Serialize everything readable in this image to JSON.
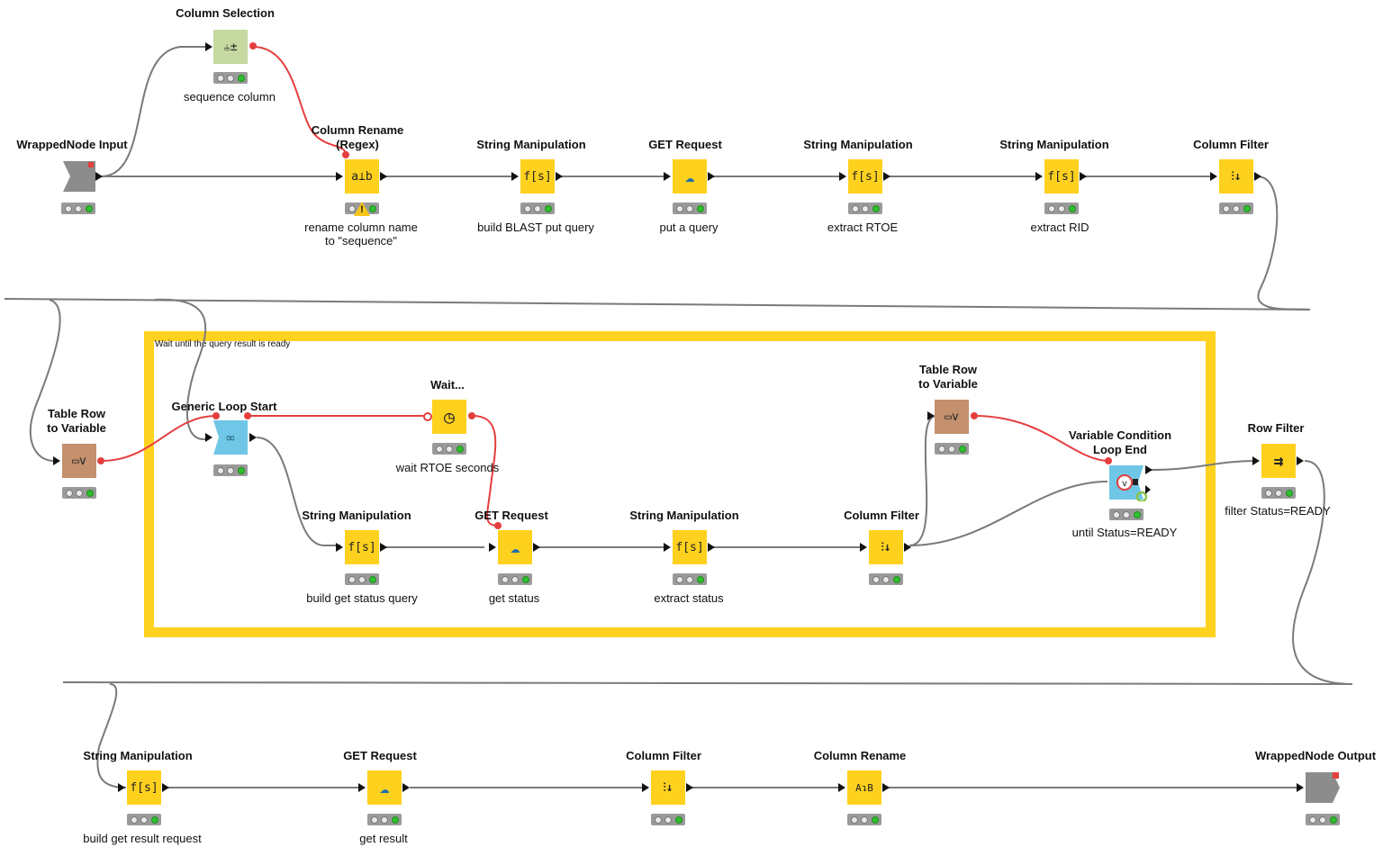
{
  "annotation": {
    "text": "Wait until the query result is ready",
    "border_color": "#ffd21f"
  },
  "colors": {
    "manipulator": "#ffd11f",
    "selection": "#c5d9a0",
    "loop": "#6fc6e6",
    "variable": "#c4906d",
    "wrapped": "#8c8c8c",
    "flow_variable_link": "#e53e3e",
    "data_link": "#7a7a7a"
  },
  "nodes": [
    {
      "id": "n01",
      "name": "column-selection-node",
      "title": "Column Selection",
      "label": "sequence column",
      "type": "selection",
      "icon": "column-selection-icon",
      "glyph": "⫨±"
    },
    {
      "id": "n02",
      "name": "wrappednode-input-node",
      "title": "WrappedNode Input",
      "label": "",
      "type": "wrapped-in",
      "icon": "wrapped-input-icon",
      "glyph": ""
    },
    {
      "id": "n03",
      "name": "column-rename-regex-node",
      "title": "Column Rename\n(Regex)",
      "label": "rename column name\nto \"sequence\"",
      "type": "manipulator",
      "icon": "column-rename-regex-icon",
      "glyph": "a⊥b",
      "warning": true
    },
    {
      "id": "n04",
      "name": "string-manipulation-1-node",
      "title": "String Manipulation",
      "label": "build BLAST put query",
      "type": "manipulator",
      "icon": "string-manipulation-icon",
      "glyph": "f[s]"
    },
    {
      "id": "n05",
      "name": "get-request-1-node",
      "title": "GET Request",
      "label": "put a query",
      "type": "manipulator",
      "icon": "get-request-icon",
      "glyph": "☁"
    },
    {
      "id": "n06",
      "name": "string-manipulation-2-node",
      "title": "String Manipulation",
      "label": "extract RTOE",
      "type": "manipulator",
      "icon": "string-manipulation-icon",
      "glyph": "f[s]"
    },
    {
      "id": "n07",
      "name": "string-manipulation-3-node",
      "title": "String Manipulation",
      "label": "extract RID",
      "type": "manipulator",
      "icon": "string-manipulation-icon",
      "glyph": "f[s]"
    },
    {
      "id": "n08",
      "name": "column-filter-1-node",
      "title": "Column Filter",
      "label": "",
      "type": "manipulator",
      "icon": "column-filter-icon",
      "glyph": "⫶↓"
    },
    {
      "id": "n09",
      "name": "table-row-to-variable-1-node",
      "title": "Table Row\nto Variable",
      "label": "",
      "type": "variable",
      "icon": "table-row-to-variable-icon",
      "glyph": "▭v"
    },
    {
      "id": "n10",
      "name": "generic-loop-start-node",
      "title": "Generic Loop Start",
      "label": "",
      "type": "loop",
      "icon": "loop-start-icon",
      "glyph": "∞"
    },
    {
      "id": "n11",
      "name": "wait-node",
      "title": "Wait...",
      "label": "wait RTOE seconds",
      "type": "manipulator",
      "icon": "clock-icon",
      "glyph": "◷"
    },
    {
      "id": "n12",
      "name": "string-manipulation-4-node",
      "title": "String Manipulation",
      "label": "build get status query",
      "type": "manipulator",
      "icon": "string-manipulation-icon",
      "glyph": "f[s]"
    },
    {
      "id": "n13",
      "name": "get-request-2-node",
      "title": "GET Request",
      "label": "get status",
      "type": "manipulator",
      "icon": "get-request-icon",
      "glyph": "☁"
    },
    {
      "id": "n14",
      "name": "string-manipulation-5-node",
      "title": "String Manipulation",
      "label": "extract status",
      "type": "manipulator",
      "icon": "string-manipulation-icon",
      "glyph": "f[s]"
    },
    {
      "id": "n15",
      "name": "column-filter-2-node",
      "title": "Column Filter",
      "label": "",
      "type": "manipulator",
      "icon": "column-filter-icon",
      "glyph": "⫶↓"
    },
    {
      "id": "n16",
      "name": "table-row-to-variable-2-node",
      "title": "Table Row\nto Variable",
      "label": "",
      "type": "variable",
      "icon": "table-row-to-variable-icon",
      "glyph": "▭v"
    },
    {
      "id": "n17",
      "name": "variable-condition-loop-end-node",
      "title": "Variable Condition\nLoop End",
      "label": "until Status=READY",
      "type": "loop",
      "icon": "loop-end-icon",
      "glyph": "v■"
    },
    {
      "id": "n18",
      "name": "row-filter-node",
      "title": "Row Filter",
      "label": "filter Status=READY",
      "type": "manipulator",
      "icon": "row-filter-icon",
      "glyph": "⇉"
    },
    {
      "id": "n19",
      "name": "string-manipulation-6-node",
      "title": "String Manipulation",
      "label": "build get result request",
      "type": "manipulator",
      "icon": "string-manipulation-icon",
      "glyph": "f[s]"
    },
    {
      "id": "n20",
      "name": "get-request-3-node",
      "title": "GET Request",
      "label": "get result",
      "type": "manipulator",
      "icon": "get-request-icon",
      "glyph": "☁"
    },
    {
      "id": "n21",
      "name": "column-filter-3-node",
      "title": "Column Filter",
      "label": "",
      "type": "manipulator",
      "icon": "column-filter-icon",
      "glyph": "⫶↓"
    },
    {
      "id": "n22",
      "name": "column-rename-node",
      "title": "Column Rename",
      "label": "",
      "type": "manipulator",
      "icon": "column-rename-icon",
      "glyph": "A↴B"
    },
    {
      "id": "n23",
      "name": "wrappednode-output-node",
      "title": "WrappedNode Output",
      "label": "",
      "type": "wrapped-out",
      "icon": "wrapped-output-icon",
      "glyph": ""
    }
  ]
}
